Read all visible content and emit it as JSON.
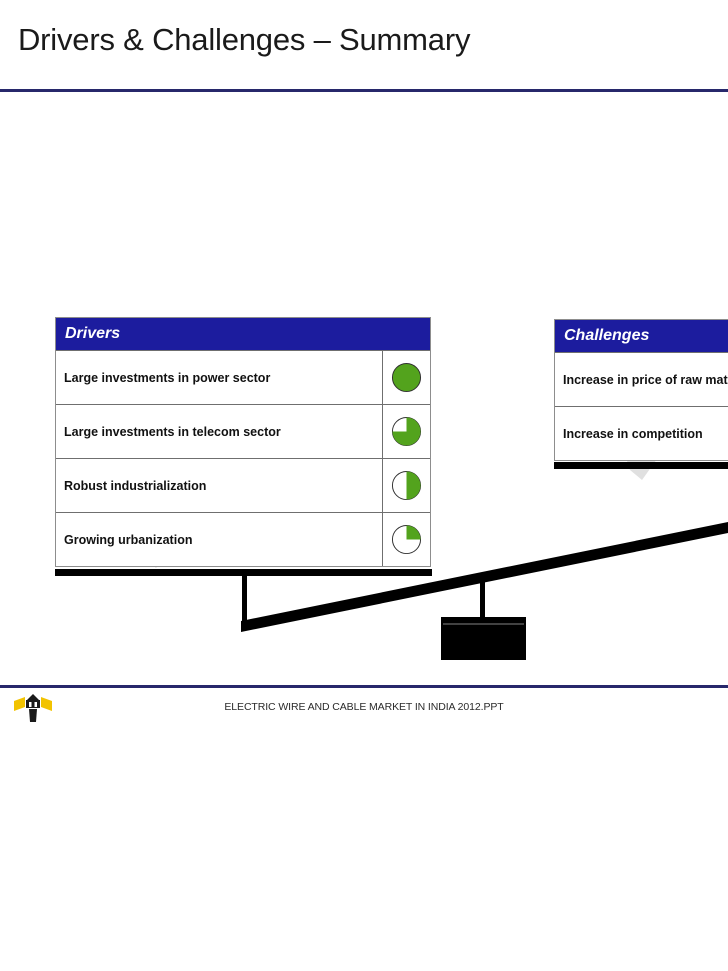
{
  "slide": {
    "title": "Drivers & Challenges – Summary",
    "accent_blue": "#27286b",
    "header_blue": "#1c1c9e",
    "meter_green": "#53a31d",
    "arrow_gray": "#dcdcdc"
  },
  "drivers": {
    "header": "Drivers",
    "rows": [
      {
        "label": "Large investments in power sector",
        "meter": "full",
        "meter_value": 100
      },
      {
        "label": "Large investments in telecom sector",
        "meter": "three-quarter",
        "meter_value": 75
      },
      {
        "label": "Robust industrialization",
        "meter": "half",
        "meter_value": 50
      },
      {
        "label": "Growing urbanization",
        "meter": "quarter",
        "meter_value": 25
      }
    ]
  },
  "challenges": {
    "header": "Challenges",
    "rows": [
      {
        "label": "Increase in price of raw materials"
      },
      {
        "label": "Increase in competition"
      }
    ]
  },
  "footer": {
    "text": "ELECTRIC WIRE AND CABLE MARKET IN INDIA 2012.PPT",
    "logo": "lighthouse-logo"
  }
}
